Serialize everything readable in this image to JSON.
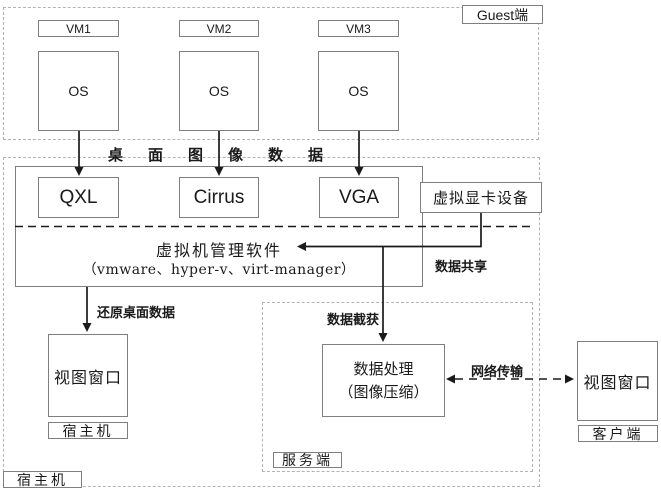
{
  "colors": {
    "background": "#ffffff",
    "line": "#1a1a1a",
    "box_border": "#7f7f7f",
    "zone_dashed_border": "#b3b3b3",
    "text": "#1a1a1a"
  },
  "guest": {
    "tag": "Guest端",
    "vms": [
      {
        "label": "VM1",
        "os": "OS"
      },
      {
        "label": "VM2",
        "os": "OS"
      },
      {
        "label": "VM3",
        "os": "OS"
      }
    ]
  },
  "flow_labels": {
    "desktop_image_data": "桌面图像数据",
    "data_share": "数据共享",
    "restore_desktop": "还原桌面数据",
    "data_capture": "数据截获",
    "network_transfer": "网络传输"
  },
  "host": {
    "tag": "宿主机",
    "drivers": [
      "QXL",
      "Cirrus",
      "VGA"
    ],
    "virtual_display_device": "虚拟显卡设备",
    "vm_manager_title": "虚拟机管理软件",
    "vm_manager_subtitle": "（vmware、hyper-v、virt-manager）",
    "view_window": "视图窗口",
    "view_window_tag": "宿主机"
  },
  "server": {
    "tag": "服务端",
    "processing_line1": "数据处理",
    "processing_line2": "（图像压缩）"
  },
  "client": {
    "tag": "客户端",
    "view_window": "视图窗口"
  }
}
